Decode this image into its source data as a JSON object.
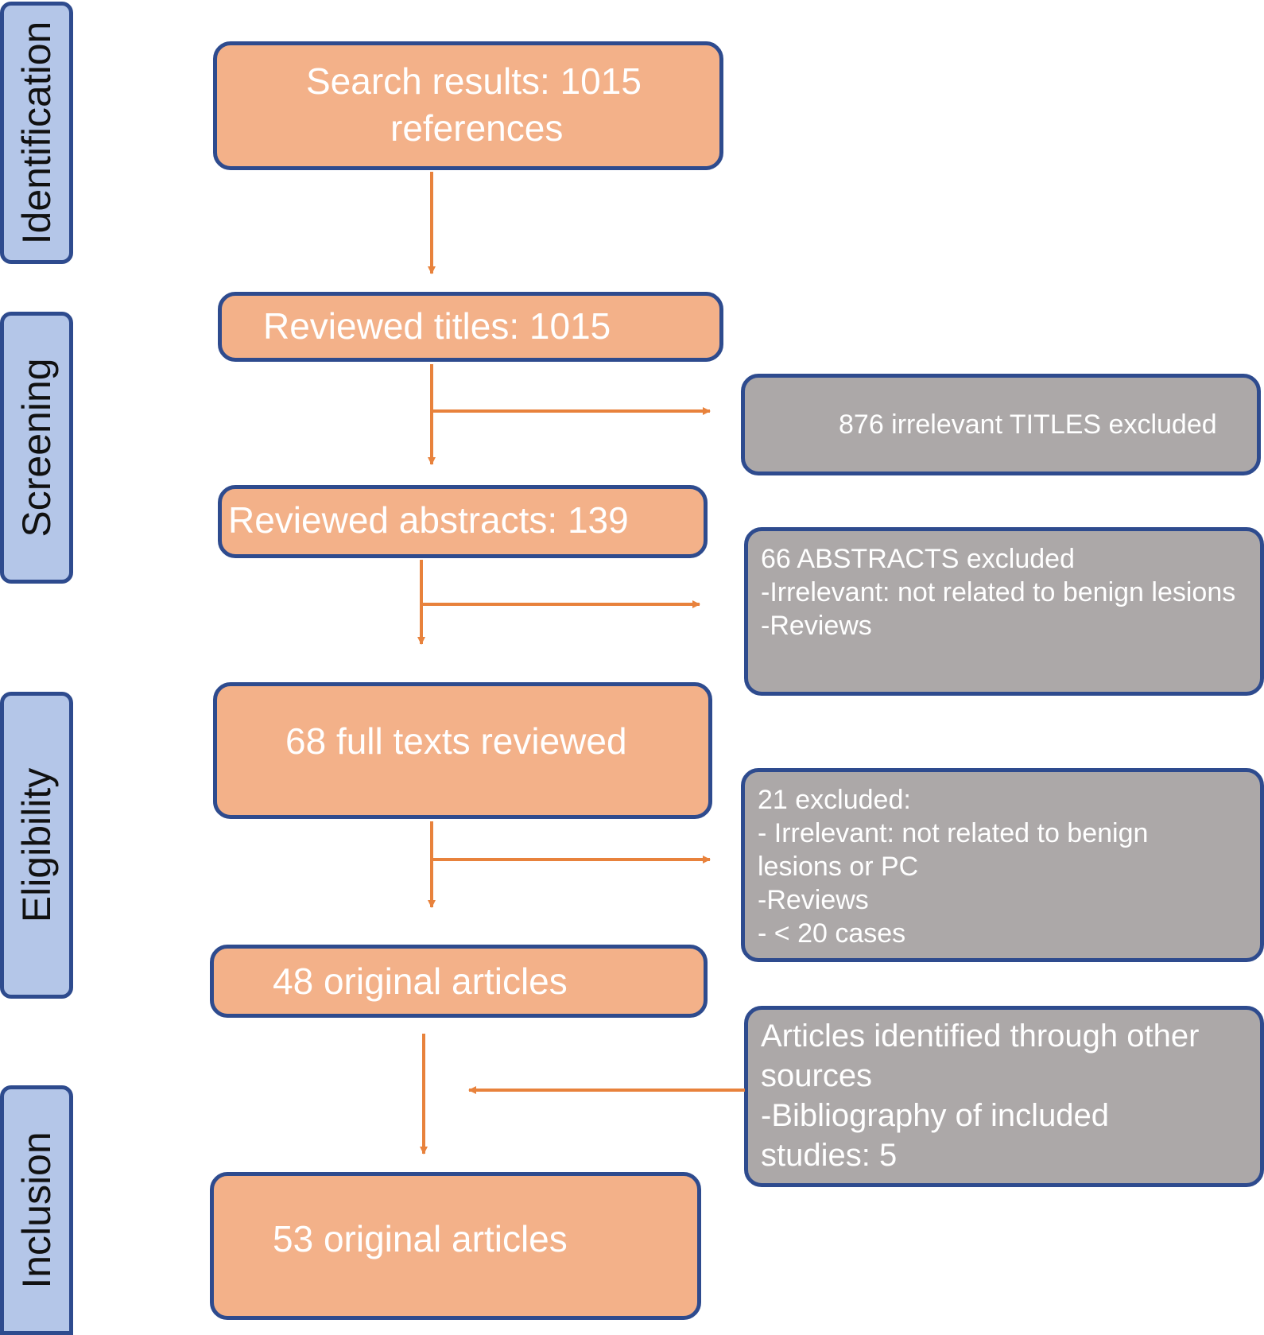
{
  "stages": [
    "Identification",
    "Screening",
    "Eligibility",
    "Inclusion"
  ],
  "main_boxes": {
    "search_results": [
      "Search results: 1015",
      "references"
    ],
    "reviewed_titles": "Reviewed titles: 1015",
    "reviewed_abstracts": "Reviewed abstracts: 139",
    "full_texts": "68 full texts reviewed",
    "original_48": "48 original articles",
    "original_53": "53 original articles"
  },
  "side_boxes": {
    "titles_excluded": "876 irrelevant TITLES excluded",
    "abstracts_excluded": [
      "66 ABSTRACTS excluded",
      "-Irrelevant: not related to benign lesions",
      "-Reviews"
    ],
    "fulltexts_excluded": [
      "21 excluded:",
      "- Irrelevant: not related to benign",
      "lesions or PC",
      "-Reviews",
      "- < 20 cases"
    ],
    "other_sources": [
      "Articles identified through other",
      "sources",
      "-Bibliography of included",
      "studies: 5"
    ]
  },
  "colors": {
    "stage_fill": "#b4c6e8",
    "border": "#2e4b8e",
    "main_fill": "#f3b189",
    "side_fill": "#aca8a8",
    "arrow": "#e8823c"
  }
}
